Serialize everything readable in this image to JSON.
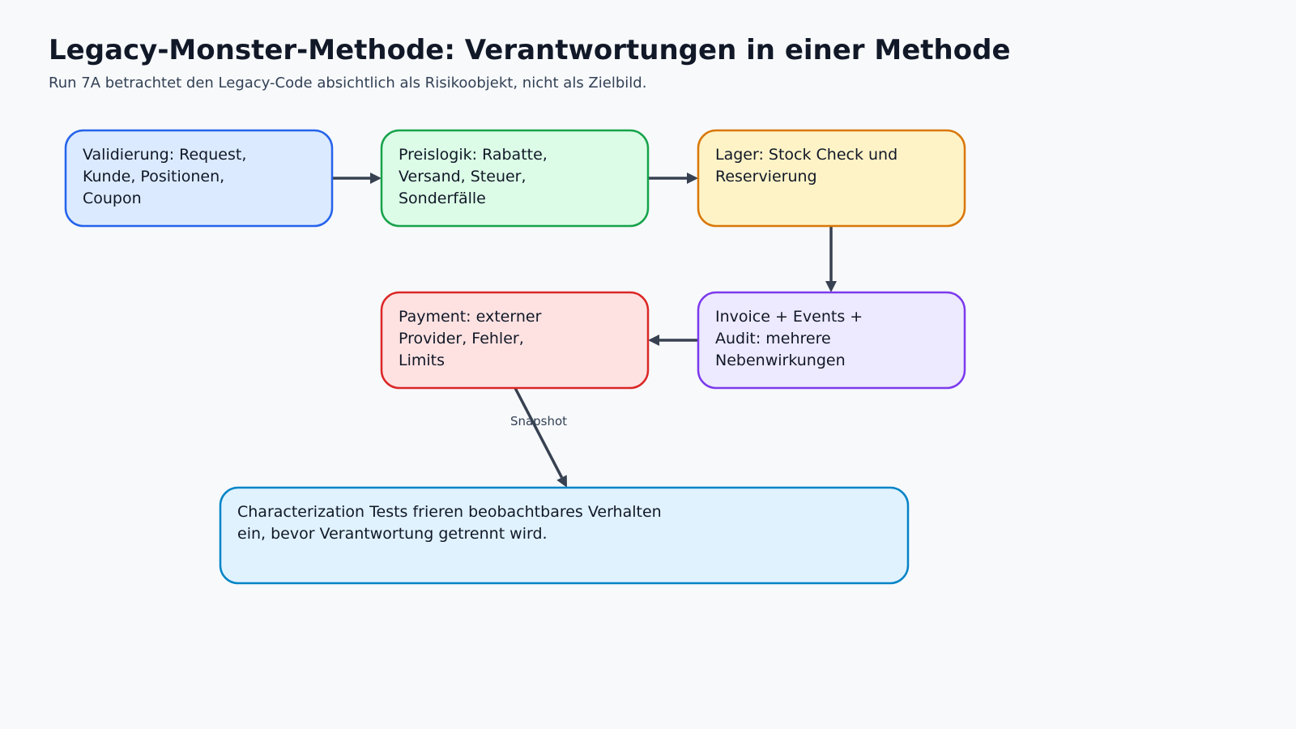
{
  "title": "Legacy-Monster-Methode: Verantwortungen in einer Methode",
  "subtitle": "Run 7A betrachtet den Legacy-Code absichtlich als Risikoobjekt, nicht als Zielbild.",
  "nodes": [
    {
      "id": "validierung",
      "lines": [
        "Validierung: Request,",
        "Kunde, Positionen,",
        "Coupon"
      ],
      "fill": "#dbeafe",
      "stroke": "#2563eb"
    },
    {
      "id": "preislogik",
      "lines": [
        "Preislogik: Rabatte,",
        "Versand, Steuer,",
        "Sonderfälle"
      ],
      "fill": "#dcfce7",
      "stroke": "#16a34a"
    },
    {
      "id": "lager",
      "lines": [
        "Lager: Stock Check und",
        "Reservierung"
      ],
      "fill": "#fef3c7",
      "stroke": "#d97706"
    },
    {
      "id": "invoice",
      "lines": [
        "Invoice + Events +",
        "Audit: mehrere",
        "Nebenwirkungen"
      ],
      "fill": "#ede9fe",
      "stroke": "#7c3aed"
    },
    {
      "id": "payment",
      "lines": [
        "Payment: externer",
        "Provider, Fehler,",
        "Limits"
      ],
      "fill": "#fee2e2",
      "stroke": "#dc2626"
    },
    {
      "id": "characterization",
      "lines": [
        "Characterization Tests frieren beobachtbares Verhalten",
        "ein, bevor Verantwortung getrennt wird."
      ],
      "fill": "#e0f2fe",
      "stroke": "#0284c7"
    }
  ],
  "edges": [
    {
      "from": "validierung",
      "to": "preislogik",
      "label": ""
    },
    {
      "from": "preislogik",
      "to": "lager",
      "label": ""
    },
    {
      "from": "lager",
      "to": "invoice",
      "label": ""
    },
    {
      "from": "invoice",
      "to": "payment",
      "label": ""
    },
    {
      "from": "payment",
      "to": "characterization",
      "label": "Snapshot"
    }
  ]
}
